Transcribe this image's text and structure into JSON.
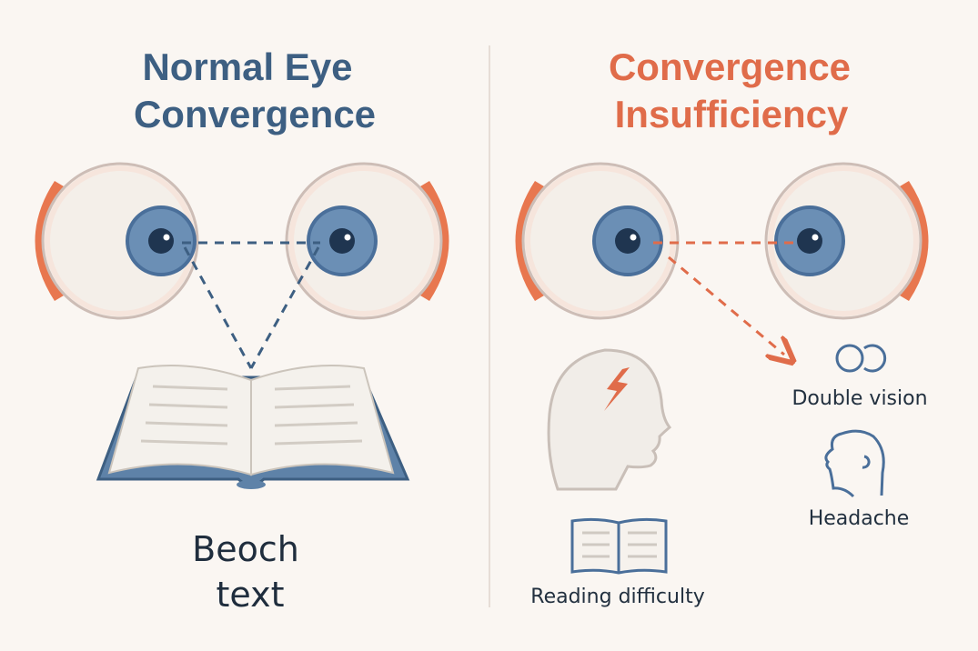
{
  "left_panel": {
    "title_line1": "Normal Eye",
    "title_line2": "Convergence",
    "caption_line1": "Beoch",
    "caption_line2": "text"
  },
  "right_panel": {
    "title_line1": "Convergence",
    "title_line2": "Insufficiency",
    "symptoms": [
      {
        "label": "Double vision",
        "icon": "double-circle-icon"
      },
      {
        "label": "Headache",
        "icon": "head-profile-icon"
      },
      {
        "label": "Reading difficulty",
        "icon": "open-book-icon"
      }
    ]
  },
  "colors": {
    "background": "#faf6f2",
    "blue": "#3d5f82",
    "orange": "#e06c4a",
    "iris": "#6b8fb5",
    "pupil": "#1f3550"
  }
}
